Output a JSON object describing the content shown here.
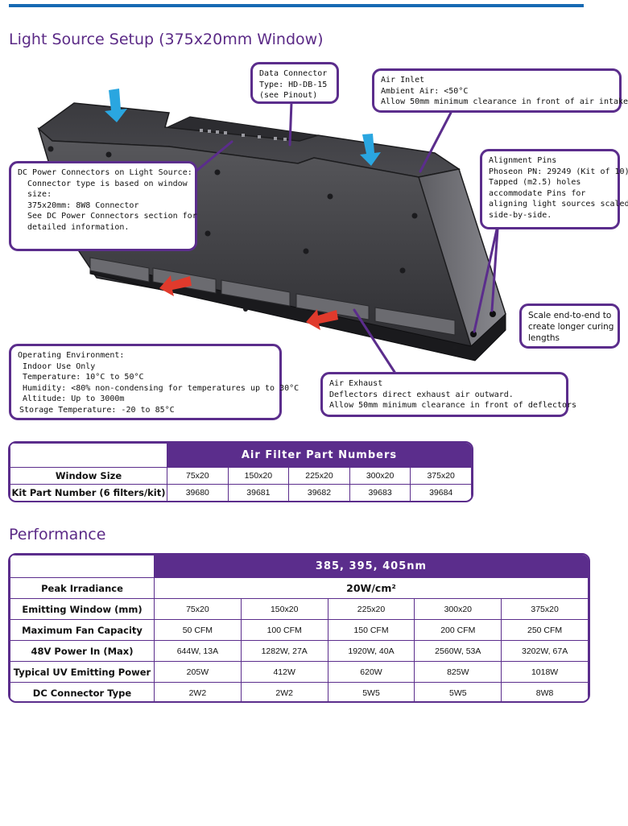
{
  "setup_section": {
    "title": "Light Source Setup (375x20mm Window)"
  },
  "callouts": {
    "data_connector": [
      "Data Connector",
      "Type: HD-DB-15",
      "(see Pinout)"
    ],
    "air_inlet": [
      "Air Inlet",
      "Ambient Air: <50°C",
      "Allow 50mm minimum clearance in front of air intake"
    ],
    "dc_power": {
      "title": "DC Power Connectors on Light Source:",
      "lines": [
        "Connector type is based on window",
        "size:",
        "375x20mm: 8W8 Connector",
        "See DC Power Connectors section for",
        "detailed information."
      ]
    },
    "alignment_pins": [
      "Alignment Pins",
      "Phoseon PN: 29249 (Kit of 10)",
      "Tapped (m2.5) holes",
      "accommodate Pins for",
      "aligning light sources scaled",
      "side-by-side."
    ],
    "scale": [
      "Scale end-to-end to",
      "create longer curing",
      "lengths"
    ],
    "operating_env": {
      "title": "Operating Environment:",
      "lines": [
        "Indoor Use Only",
        "Temperature: 10°C to 50°C",
        "Humidity: <80% non-condensing for temperatures up to 30°C",
        "Altitude: Up to 3000m"
      ],
      "storage": "Storage Temperature: -20 to 85°C"
    },
    "air_exhaust": [
      "Air Exhaust",
      "Deflectors direct exhaust air outward.",
      "Allow 50mm minimum clearance in front of deflectors"
    ]
  },
  "filter_table": {
    "header": "Air Filter Part Numbers",
    "row_labels": [
      "Window Size",
      "Kit Part Number (6 filters/kit)"
    ],
    "window_sizes": [
      "75x20",
      "150x20",
      "225x20",
      "300x20",
      "375x20"
    ],
    "part_numbers": [
      "39680",
      "39681",
      "39682",
      "39683",
      "39684"
    ]
  },
  "performance_section": {
    "title": "Performance"
  },
  "performance_table": {
    "header": "385, 395, 405nm",
    "rows": [
      {
        "label": "Peak Irradiance",
        "span_value": "20W/cm²"
      },
      {
        "label": "Emitting Window (mm)",
        "values": [
          "75x20",
          "150x20",
          "225x20",
          "300x20",
          "375x20"
        ]
      },
      {
        "label": "Maximum Fan Capacity",
        "values": [
          "50 CFM",
          "100 CFM",
          "150 CFM",
          "200 CFM",
          "250 CFM"
        ]
      },
      {
        "label": "48V Power In (Max)",
        "values": [
          "644W, 13A",
          "1282W, 27A",
          "1920W, 40A",
          "2560W, 53A",
          "3202W, 67A"
        ]
      },
      {
        "label": "Typical UV Emitting Power",
        "values": [
          "205W",
          "412W",
          "620W",
          "825W",
          "1018W"
        ]
      },
      {
        "label": "DC Connector Type",
        "values": [
          "2W2",
          "2W2",
          "5W5",
          "5W5",
          "8W8"
        ]
      }
    ]
  },
  "colors": {
    "accent_purple": "#5b2d8c",
    "top_rule_blue": "#1669b3",
    "inlet_arrow": "#2aa6e0",
    "exhaust_arrow": "#e03a2c"
  }
}
